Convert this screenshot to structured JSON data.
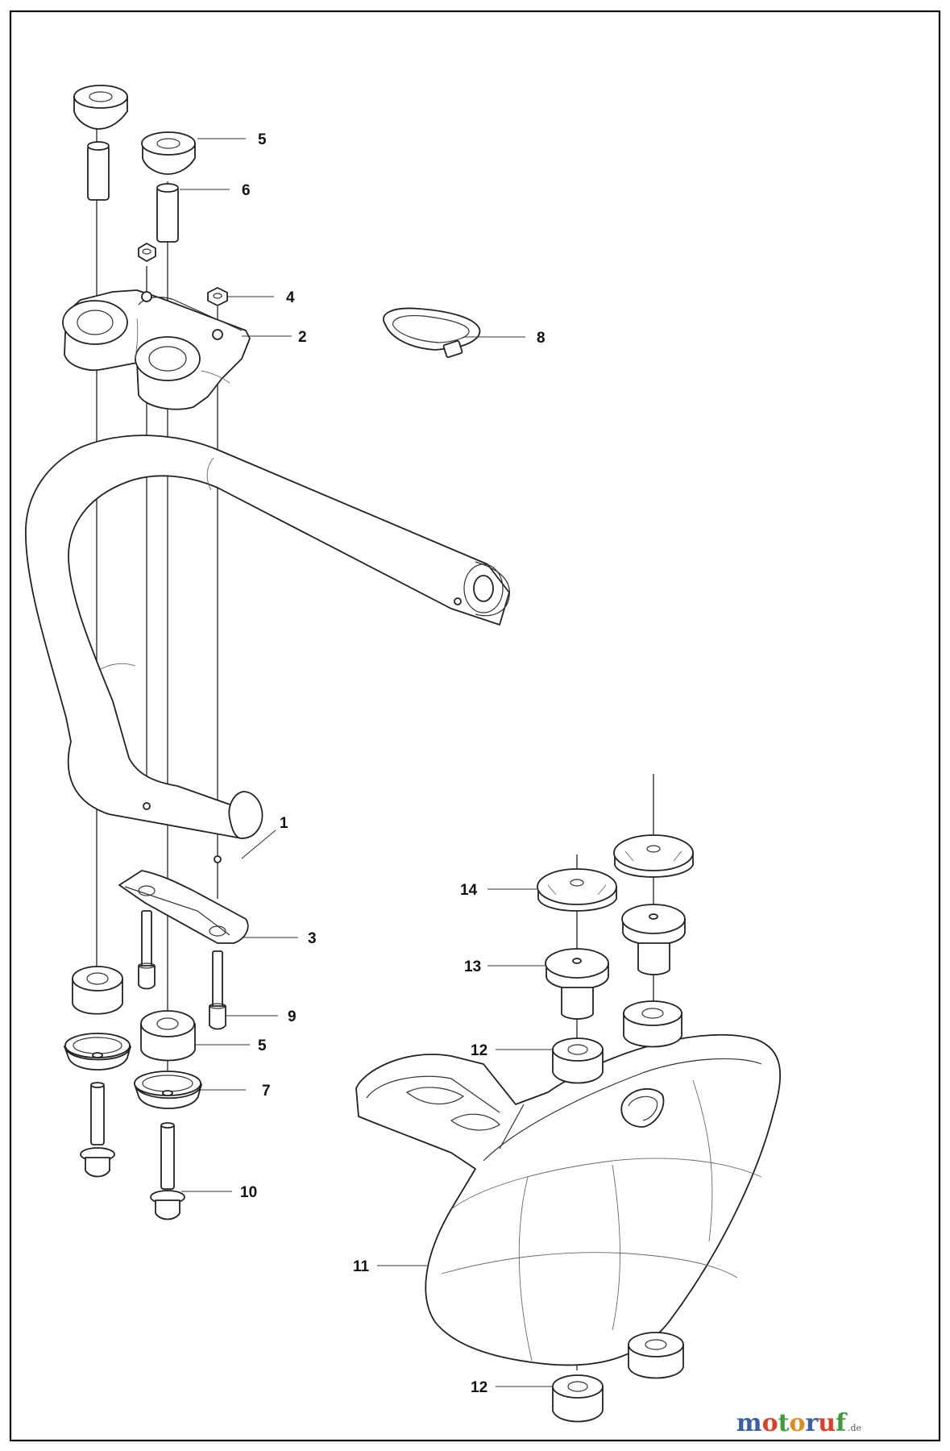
{
  "diagram": {
    "callouts": [
      {
        "id": "c5a",
        "label": "5"
      },
      {
        "id": "c6",
        "label": "6"
      },
      {
        "id": "c4",
        "label": "4"
      },
      {
        "id": "c2",
        "label": "2"
      },
      {
        "id": "c8",
        "label": "8"
      },
      {
        "id": "c1",
        "label": "1"
      },
      {
        "id": "c14",
        "label": "14"
      },
      {
        "id": "c3",
        "label": "3"
      },
      {
        "id": "c13",
        "label": "13"
      },
      {
        "id": "c9",
        "label": "9"
      },
      {
        "id": "c12a",
        "label": "12"
      },
      {
        "id": "c5b",
        "label": "5"
      },
      {
        "id": "c7",
        "label": "7"
      },
      {
        "id": "c10",
        "label": "10"
      },
      {
        "id": "c11",
        "label": "11"
      },
      {
        "id": "c12b",
        "label": "12"
      }
    ]
  },
  "watermark": {
    "letters": [
      "m",
      "o",
      "t",
      "o",
      "r",
      "u",
      "f"
    ],
    "letter_colors": [
      "#3a5fa8",
      "#d9412b",
      "#3f9a3a",
      "#e08a1e",
      "#3a5fa8",
      "#d9412b",
      "#3f9a3a"
    ],
    "suffix": ".de"
  }
}
